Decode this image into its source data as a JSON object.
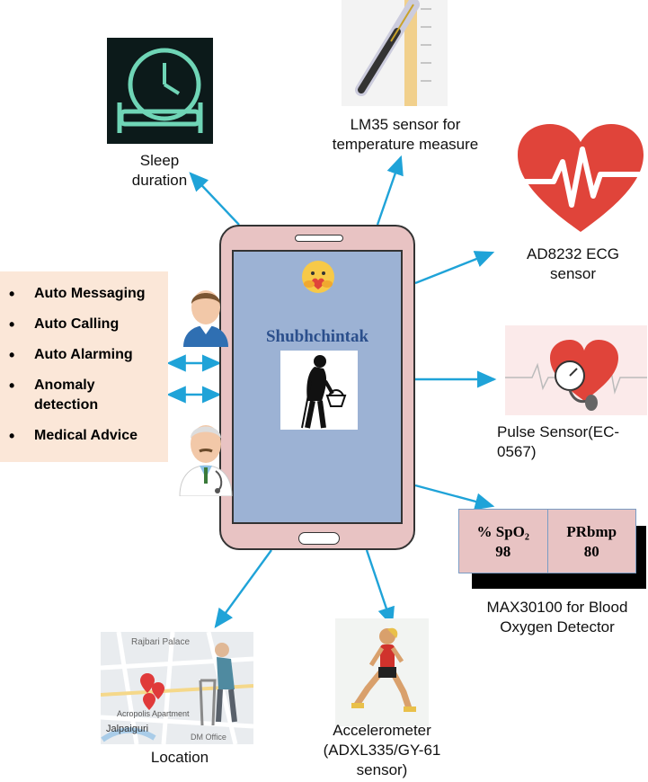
{
  "app": {
    "name": "Shubhchintak"
  },
  "features": [
    {
      "label": "Auto Messaging"
    },
    {
      "label": "Auto Calling"
    },
    {
      "label": "Auto Alarming"
    },
    {
      "label": "Anomaly detection"
    },
    {
      "label": "Medical Advice"
    }
  ],
  "sensors": {
    "sleep": [
      "Sleep",
      "duration"
    ],
    "temperature": [
      "LM35 sensor for",
      "temperature measure"
    ],
    "ecg": [
      "AD8232 ECG",
      "sensor"
    ],
    "pulse": [
      "Pulse Sensor(EC-",
      "0567)"
    ],
    "oxygen": [
      "MAX30100 for Blood",
      "Oxygen Detector"
    ],
    "accelerometer": [
      "Accelerometer",
      "(ADXL335/GY-61",
      "sensor)"
    ],
    "location": [
      "Location"
    ]
  },
  "oximeter": {
    "spo2_label": "% SpO₂",
    "spo2_value": "98",
    "pr_label": "PRbmp",
    "pr_value": "80"
  },
  "map": {
    "labels": [
      "Rajbari Palace",
      "Acropolis Apartment",
      "Jalpaiguri",
      "DM Office"
    ]
  },
  "colors": {
    "arrow": "#1fa3d8",
    "phone_body": "#e8c3c3",
    "phone_screen": "#9cb2d4",
    "features_bg": "#fbe7d8",
    "app_title": "#2b4f8c",
    "heart": "#e0443a"
  }
}
